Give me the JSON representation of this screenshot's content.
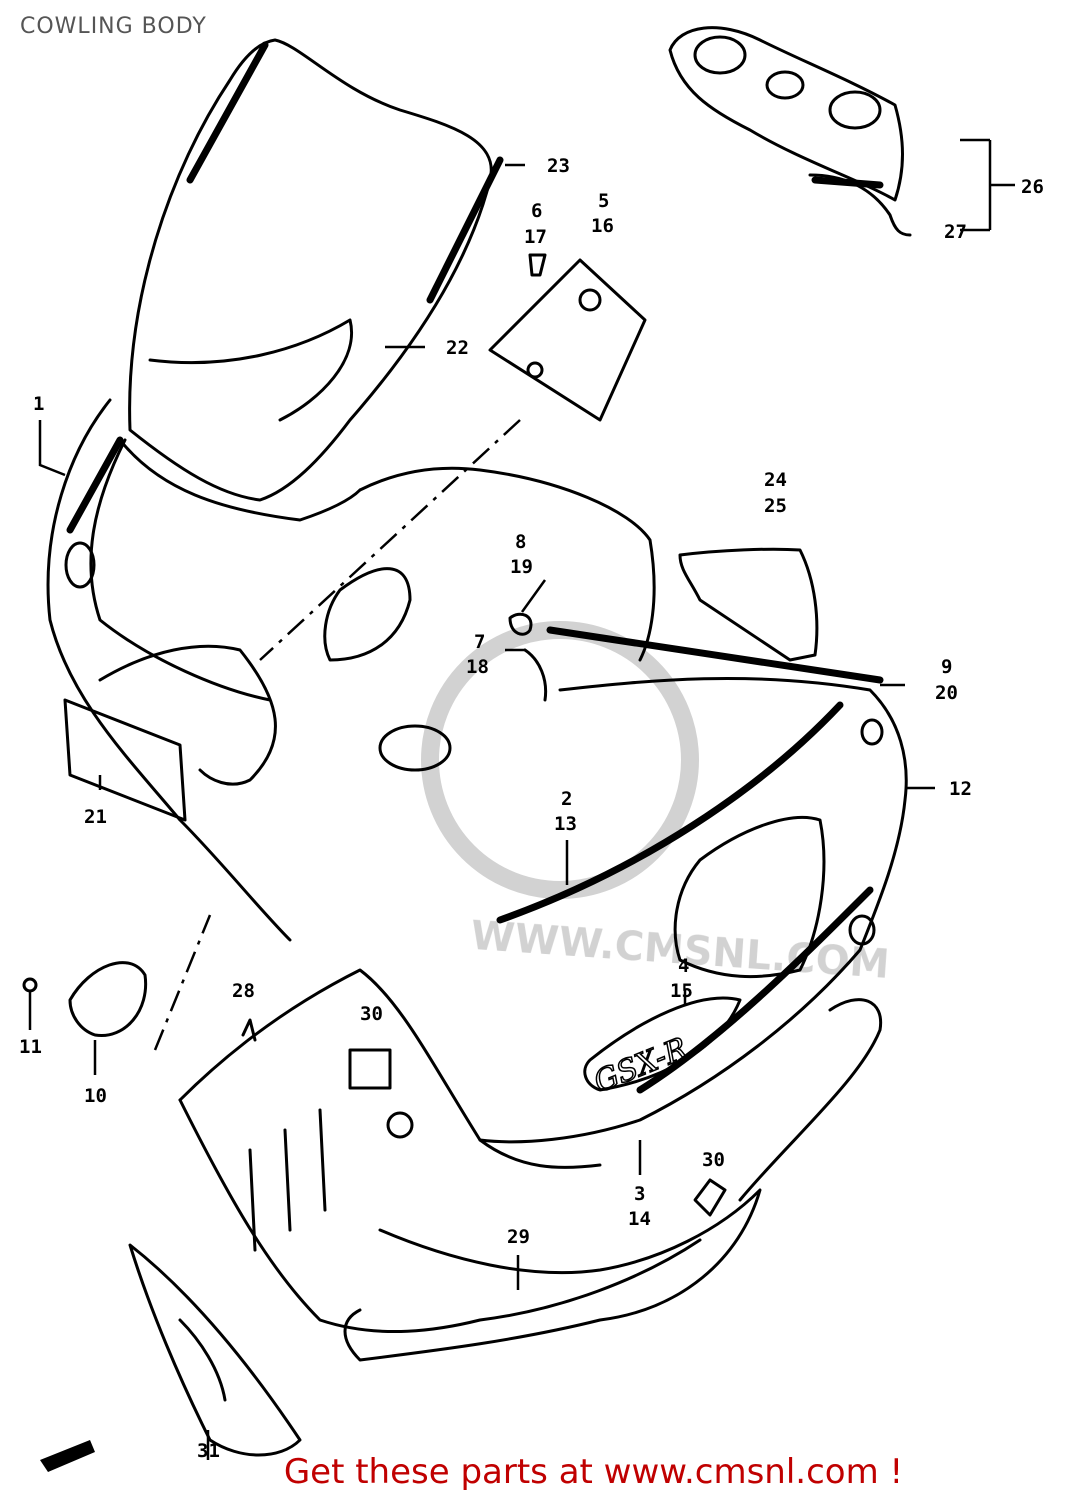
{
  "title": "COWLING BODY",
  "footer": "Get these parts at www.cmsnl.com !",
  "watermark": "WWW.CMSNL.COM",
  "decal_text": "GSX-R",
  "part_numbers": [
    "1",
    "2",
    "13",
    "3",
    "14",
    "4",
    "15",
    "5",
    "16",
    "6",
    "17",
    "7",
    "18",
    "8",
    "19",
    "9",
    "20",
    "10",
    "11",
    "12",
    "21",
    "22",
    "23",
    "24",
    "25",
    "26",
    "27",
    "28",
    "29",
    "30",
    "30",
    "31"
  ]
}
